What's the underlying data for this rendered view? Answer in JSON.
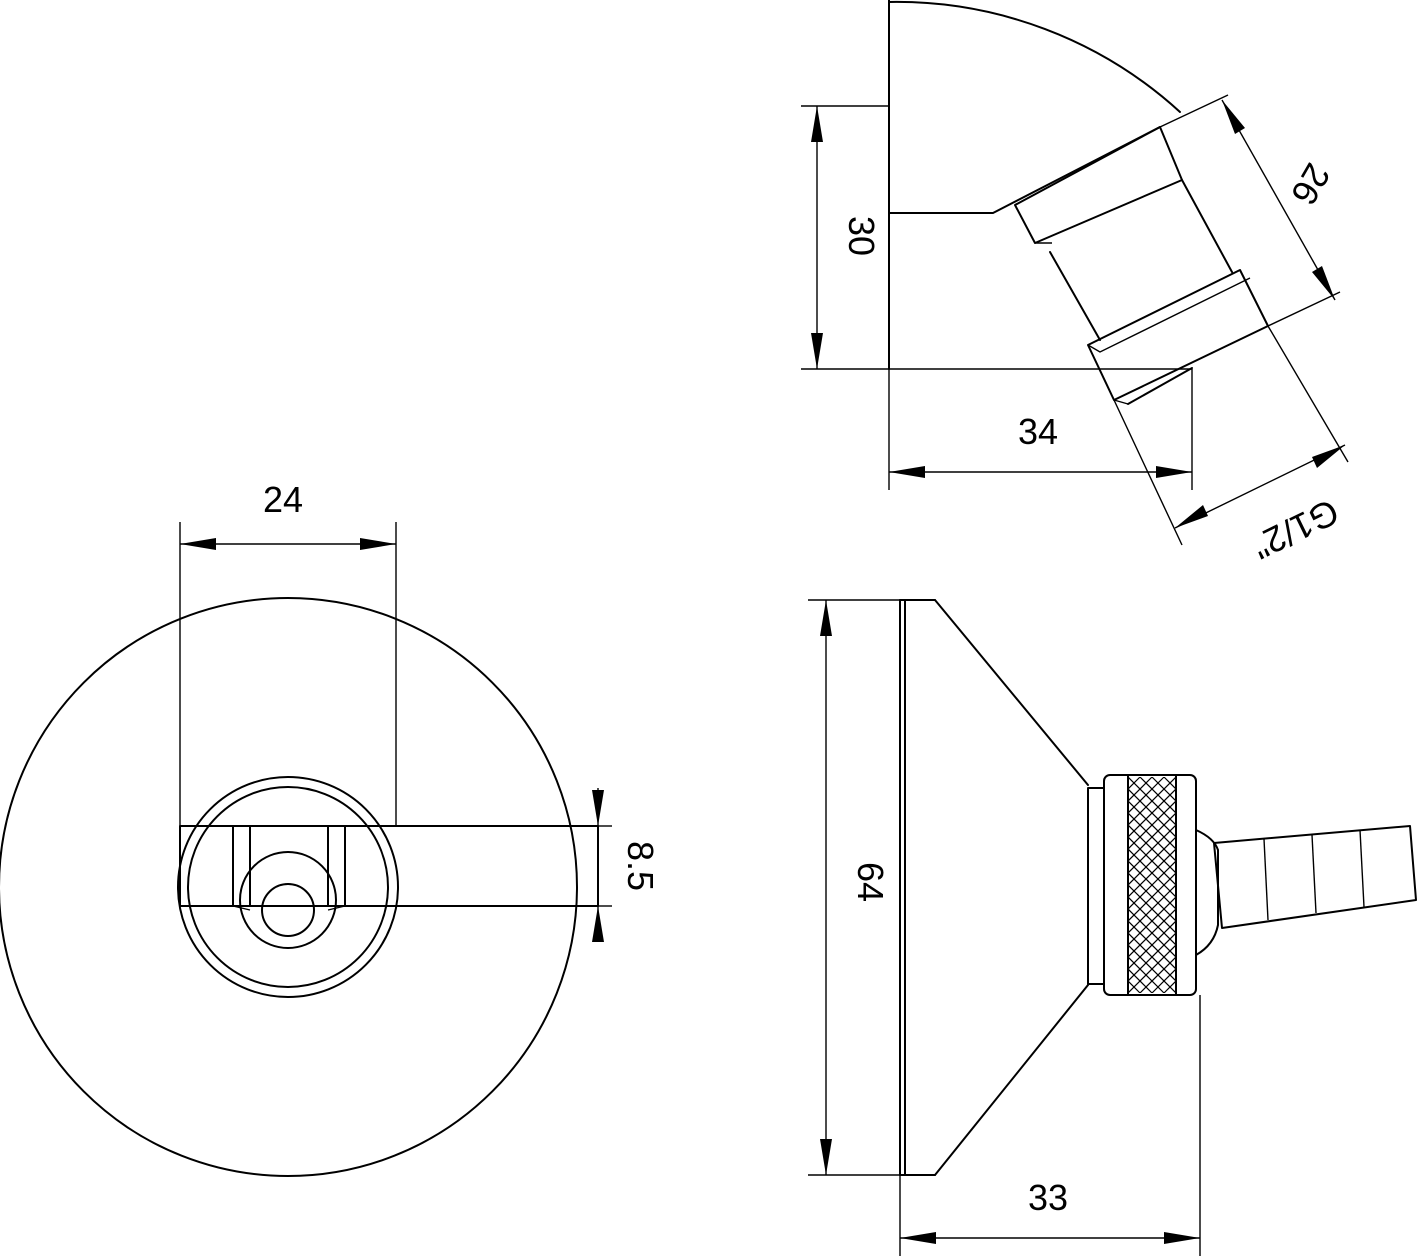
{
  "dimensions": {
    "front_width": "24",
    "front_slot": "8.5",
    "top_height": "30",
    "top_depth": "34",
    "top_outlet_length": "26",
    "top_thread": "G1/2\"",
    "side_diameter": "64",
    "side_depth": "33"
  }
}
